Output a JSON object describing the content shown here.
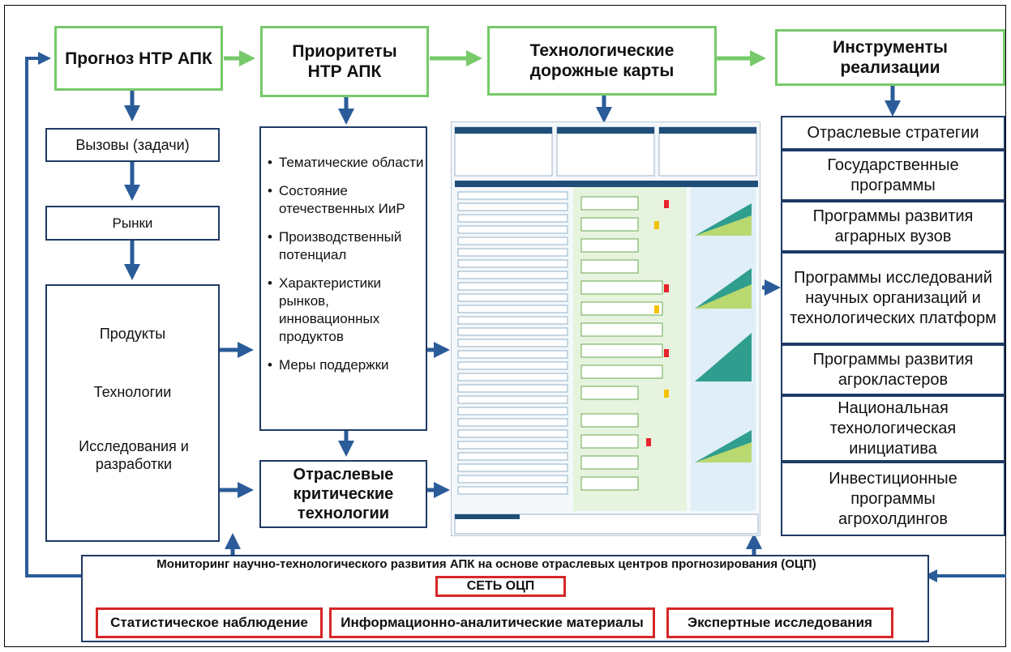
{
  "top_boxes": {
    "forecast": "Прогноз НТР АПК",
    "priorities": "Приоритеты НТР АПК",
    "roadmaps": "Технологические дорожные карты",
    "instruments": "Инструменты реализации"
  },
  "left_column": {
    "challenges": "Вызовы (задачи)",
    "markets": "Рынки",
    "products": "Продукты",
    "technologies": "Технологии",
    "research": "Исследования и разработки"
  },
  "priorities_list": [
    "Тематические области",
    "Состояние отечественных ИиР",
    "Производственный потенциал",
    "Характеристики рынков, инновационных продуктов",
    "Меры поддержки"
  ],
  "critical_tech": "Отраслевые критические технологии",
  "instruments_list": [
    "Отраслевые стратегии",
    "Государственные программы",
    "Программы развития аграрных вузов",
    "Программы исследований научных организаций и технологических платформ",
    "Программы развития агрокластеров",
    "Национальная технологическая инициатива",
    "Инвестиционные программы агрохолдингов"
  ],
  "monitoring": {
    "title": "Мониторинг научно-технологического развития АПК на основе отраслевых центров прогнозирования (ОЦП)",
    "network": "СЕТЬ ОЦП",
    "items": [
      "Статистическое наблюдение",
      "Информационно-аналитические материалы",
      "Экспертные исследования"
    ]
  },
  "colors": {
    "green_border": "#77c96a",
    "arrow_blue": "#2b5c99",
    "navy_border": "#1f3a66",
    "red_border": "#d62728"
  }
}
